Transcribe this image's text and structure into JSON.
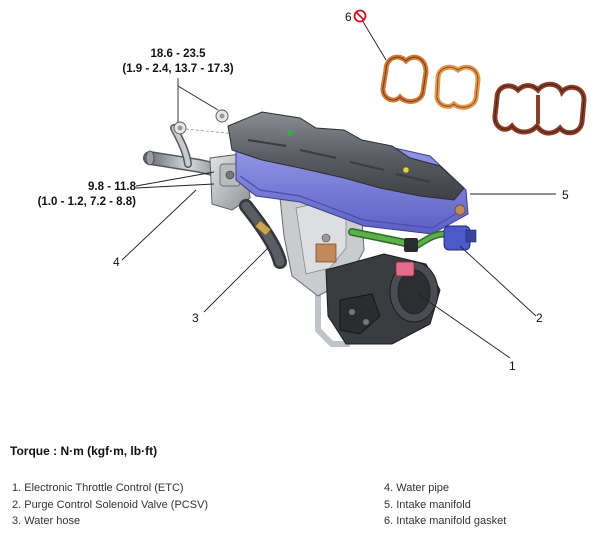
{
  "callouts": {
    "torque_a_line1": "18.6 - 23.5",
    "torque_a_line2": "(1.9 - 2.4, 13.7 - 17.3)",
    "torque_b_line1": "9.8 - 11.8",
    "torque_b_line2": "(1.0 - 1.2, 7.2 -  8.8)",
    "n1": "1",
    "n2": "2",
    "n3": "3",
    "n4": "4",
    "n5": "5",
    "n6": "6"
  },
  "torque_title": "Torque : N·m (kgf·m, lb·ft)",
  "legend": {
    "left": [
      "1. Electronic Throttle Control (ETC)",
      "2. Purge Control Solenoid Valve (PCSV)",
      "3. Water hose"
    ],
    "right": [
      "4. Water pipe",
      "5. Intake manifold",
      "6. Intake manifold gasket"
    ]
  },
  "icons": {
    "no_reuse": "no-reuse-icon"
  },
  "colors": {
    "manifold_blue": "#7b7fd8",
    "cover_gray": "#5a5d63",
    "gasket_brown": "#8a4a2c",
    "gasket_orange": "#e08a3c",
    "hose_green": "#4c9a3c",
    "no_reuse_red": "#d8101c"
  }
}
